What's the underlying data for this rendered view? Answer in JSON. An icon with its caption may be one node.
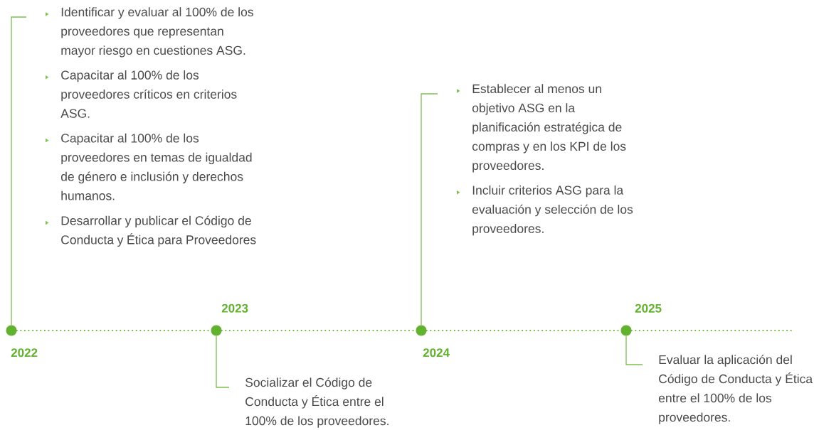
{
  "diagram": {
    "nodes": [
      {
        "text": [],
        "shape": "circle",
        "beside": [
          "2022"
        ]
      },
      {
        "text": [
          "Identificar y evaluar al 100% de los proveedores que representan mayor riesgo en cuestiones ASG.",
          "Capacitar al 100% de los proveedores críticos en criterios ASG.",
          "Capacitar al 100% de los proveedores en temas de igualdad de género e inclusión y derechos humanos.",
          "Desarrollar y publicar el Código de Conducta y Ética para Proveedores"
        ]
      },
      {
        "text": [],
        "shape": "circle",
        "beside": [
          "2023"
        ]
      },
      {
        "text": [
          "Socializar el Código de Conducta y Ética entre el 100% de los proveedores."
        ]
      },
      {
        "text": [],
        "shape": "circle",
        "beside": [
          "2024"
        ]
      },
      {
        "text": [
          "Establecer al menos un objetivo ASG en la planificación estratégica de compras y en los KPI de los proveedores.",
          "Incluir criterios ASG para la evaluación y selección de los proveedores."
        ]
      },
      {
        "text": [],
        "shape": "circle",
        "beside": [
          "2025"
        ]
      },
      {
        "text": [
          "Evaluar la aplicación del Código de Conducta y Ética entre el 100% de los proveedores."
        ]
      }
    ],
    "edges": [
      {
        "from": 0,
        "to": 1,
        "arrow": "none"
      },
      {
        "from": 2,
        "to": 3,
        "arrow": "none"
      },
      {
        "from": 4,
        "to": 5,
        "arrow": "none"
      },
      {
        "from": 6,
        "to": 7,
        "arrow": "none"
      },
      {
        "from": 0,
        "to": 2,
        "arrow": "none",
        "style": "dashed"
      },
      {
        "from": 2,
        "to": 4,
        "arrow": "none",
        "style": "dashed"
      },
      {
        "from": 4,
        "to": 6,
        "arrow": "none",
        "style": "dashed"
      },
      {
        "from": 6,
        "to": null,
        "arrow": "none",
        "style": "dashed"
      }
    ]
  }
}
